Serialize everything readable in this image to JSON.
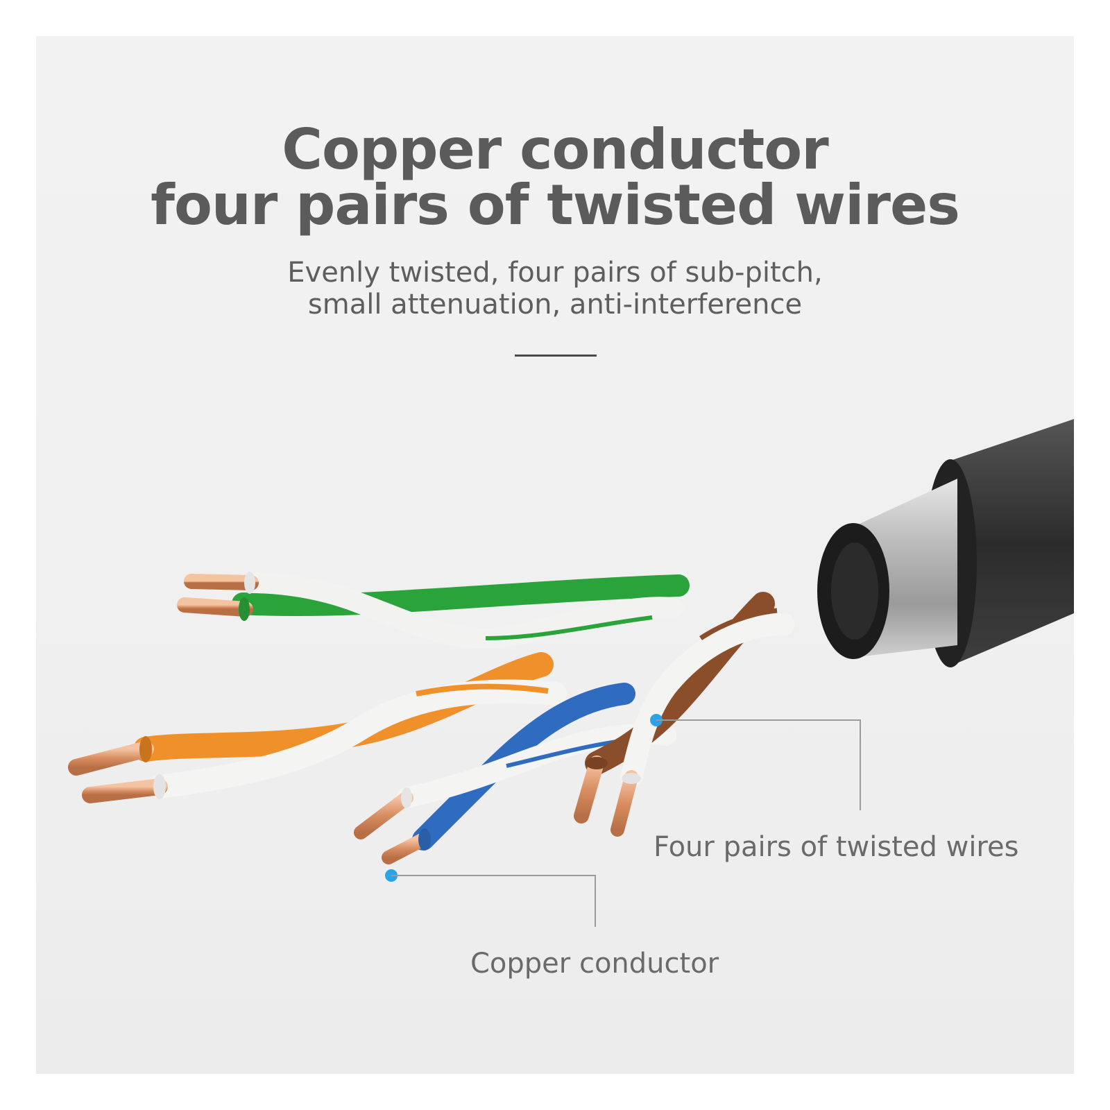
{
  "headline": {
    "line1": "Copper conductor",
    "line2": "four pairs of twisted wires"
  },
  "subheadline": {
    "line1": "Evenly twisted, four pairs of sub-pitch,",
    "line2": "small attenuation, anti-interference"
  },
  "callouts": {
    "twisted_pairs": "Four pairs of twisted wires",
    "copper": "Copper conductor"
  },
  "colors": {
    "text": "#5b5b5b",
    "green_pair": "#2aa33b",
    "orange_pair": "#f0902a",
    "blue_pair": "#2f6cc0",
    "brown_pair": "#8a4e2a",
    "copper": "#d98e62",
    "callout_dot": "#2aa3e8",
    "jacket": "#333333",
    "shield": "#b4b4b4"
  },
  "icons": [
    "cable-illustration"
  ]
}
